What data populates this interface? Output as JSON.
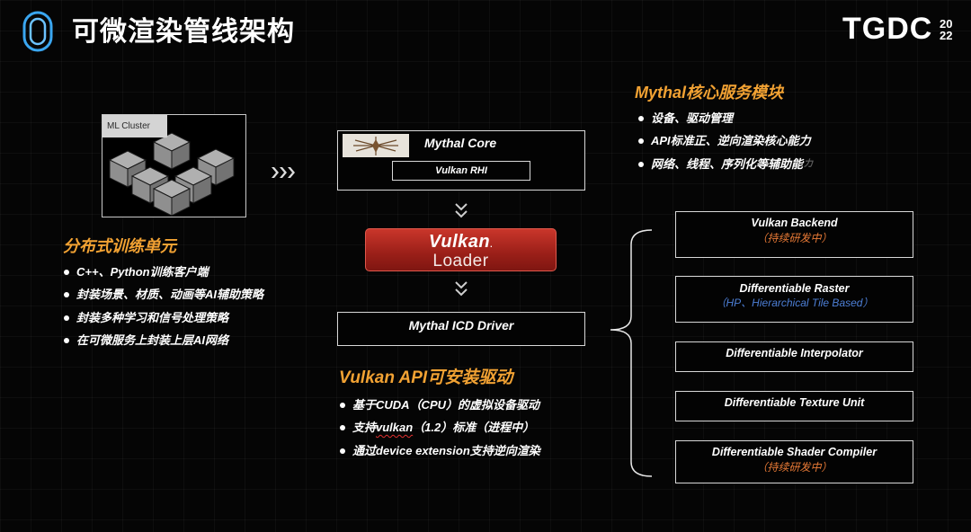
{
  "header": {
    "title": "可微渲染管线架构",
    "logo_icon": "ring-logo-icon"
  },
  "brand": {
    "name": "TGDC",
    "year_top": "20",
    "year_bottom": "22"
  },
  "ml_cluster": {
    "label": "ML Cluster",
    "icon": "cube-cluster-icon"
  },
  "training": {
    "heading": "分布式训练单元",
    "bullets": [
      "C++、Python训练客户端",
      "封装场景、材质、动画等AI辅助策略",
      "封装多种学习和信号处理策略",
      "在可微服务上封装上层AI网络"
    ]
  },
  "mythal_core": {
    "title": "Mythal Core",
    "rhi": "Vulkan RHI"
  },
  "loader": {
    "logo_text": "Vulkan",
    "logo_mark": ".",
    "label": "Loader"
  },
  "icd": {
    "title": "Mythal ICD Driver"
  },
  "driver": {
    "heading": "Vulkan API可安装驱动",
    "bullets": [
      "基于CUDA（CPU）的虚拟设备驱动",
      {
        "prefix": "支持",
        "marked": "vulkan",
        "suffix": "（1.2）标准（进程中）"
      },
      "通过device extension支持逆向渲染"
    ]
  },
  "core_services": {
    "heading": "Mythal核心服务模块",
    "bullets": [
      "设备、驱动管理",
      "API标准正、逆向渲染核心能力",
      {
        "text": "网络、线程、序列化等辅助能",
        "tail": "力"
      }
    ]
  },
  "modules": [
    {
      "title": "Vulkan Backend",
      "note": "（持续研发中）",
      "note_color": "#e87a36"
    },
    {
      "title": "Differentiable Raster",
      "note": "（HP、Hierarchical Tile Based）",
      "note_color": "#4d7fd6"
    },
    {
      "title": "Differentiable Interpolator"
    },
    {
      "title": "Differentiable Texture Unit"
    },
    {
      "title": "Differentiable Shader Compiler",
      "note": "（持续研发中）",
      "note_color": "#e87a36"
    }
  ],
  "colors": {
    "background": "#050505",
    "heading_accent": "#f2a233",
    "logo_ring": "#3aa6f0",
    "loader_red": "#b8261f"
  }
}
